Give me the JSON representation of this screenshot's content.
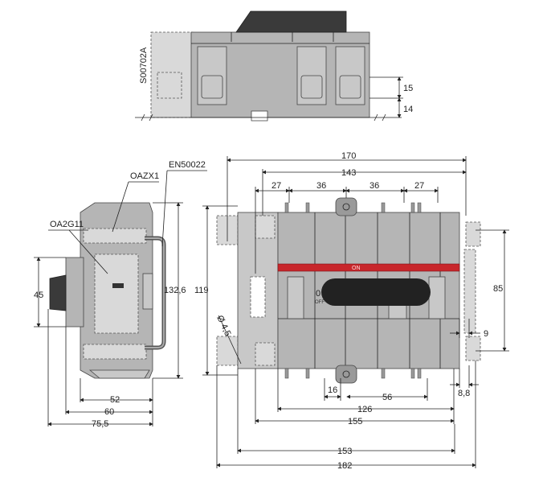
{
  "labels": {
    "code": "S00702A",
    "oazx1": "OAZX1",
    "en50022": "EN50022",
    "oa2g11": "OA2G11",
    "on": "ON",
    "zero": "0",
    "off": "OFF",
    "hole": "Ø 4,5"
  },
  "top_view": {
    "dim_15": "15",
    "dim_14": "14"
  },
  "side_view": {
    "dim_45": "45",
    "dim_132_6": "132,6",
    "dim_52": "52",
    "dim_60": "60",
    "dim_75_5": "75,5"
  },
  "front_view": {
    "dim_170": "170",
    "dim_143": "143",
    "dim_27_left": "27",
    "dim_36_left": "36",
    "dim_36_right": "36",
    "dim_27_right": "27",
    "dim_119": "119",
    "dim_85": "85",
    "dim_9": "9",
    "dim_8_8": "8,8",
    "dim_16": "16",
    "dim_56": "56",
    "dim_126": "126",
    "dim_155": "155",
    "dim_153": "153",
    "dim_182": "182"
  },
  "colors": {
    "accent": "#c8262b",
    "handle": "#222222"
  }
}
